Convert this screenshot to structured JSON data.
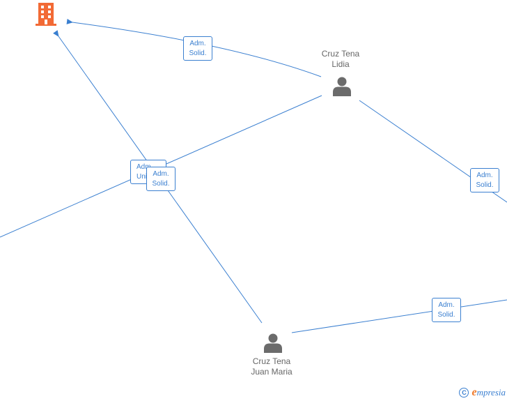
{
  "colors": {
    "edge": "#3a7fd0",
    "company_icon": "#f26a35",
    "person_icon": "#6b6b6b",
    "node_text": "#666666"
  },
  "nodes": {
    "company": {
      "icon": "building-icon"
    },
    "lidia": {
      "icon": "person-icon",
      "line1": "Cruz Tena",
      "line2": "Lidia"
    },
    "juan_maria": {
      "icon": "person-icon",
      "line1": "Cruz Tena",
      "line2": "Juan Maria"
    }
  },
  "relations": [
    {
      "line1": "Adm.",
      "line2": "Solid."
    },
    {
      "line1": "Adm.",
      "line2": "Unic."
    },
    {
      "line1": "Adm.",
      "line2": "Solid."
    },
    {
      "line1": "Adm.",
      "line2": "Solid."
    },
    {
      "line1": "Adm.",
      "line2": "Solid."
    }
  ],
  "footer": {
    "copyright_symbol": "C",
    "brand_initial": "e",
    "brand_rest": "mpresia"
  }
}
